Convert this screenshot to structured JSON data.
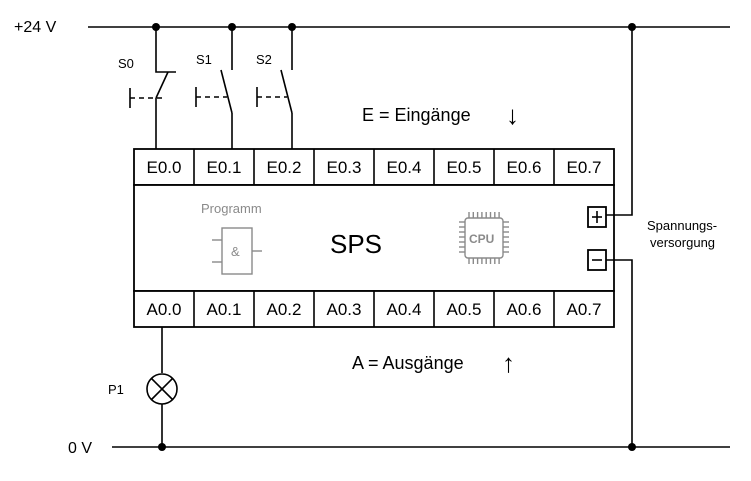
{
  "rails": {
    "top_label": "+24 V",
    "bottom_label": "0 V"
  },
  "switches": [
    {
      "label": "S0"
    },
    {
      "label": "S1"
    },
    {
      "label": "S2"
    }
  ],
  "inputs": {
    "caption": "E = Eingänge",
    "caption_arrow": "↓",
    "cells": [
      "E0.0",
      "E0.1",
      "E0.2",
      "E0.3",
      "E0.4",
      "E0.5",
      "E0.6",
      "E0.7"
    ]
  },
  "outputs": {
    "caption": "A = Ausgänge",
    "caption_arrow": "↑",
    "cells": [
      "A0.0",
      "A0.1",
      "A0.2",
      "A0.3",
      "A0.4",
      "A0.5",
      "A0.6",
      "A0.7"
    ]
  },
  "plc": {
    "title": "SPS",
    "program_label": "Programm",
    "gate_symbol": "&",
    "cpu_label": "CPU"
  },
  "power": {
    "plus_symbol": "+",
    "minus_symbol": "−",
    "label_line1": "Spannungs-",
    "label_line2": "versorgung"
  },
  "lamp": {
    "label": "P1"
  }
}
